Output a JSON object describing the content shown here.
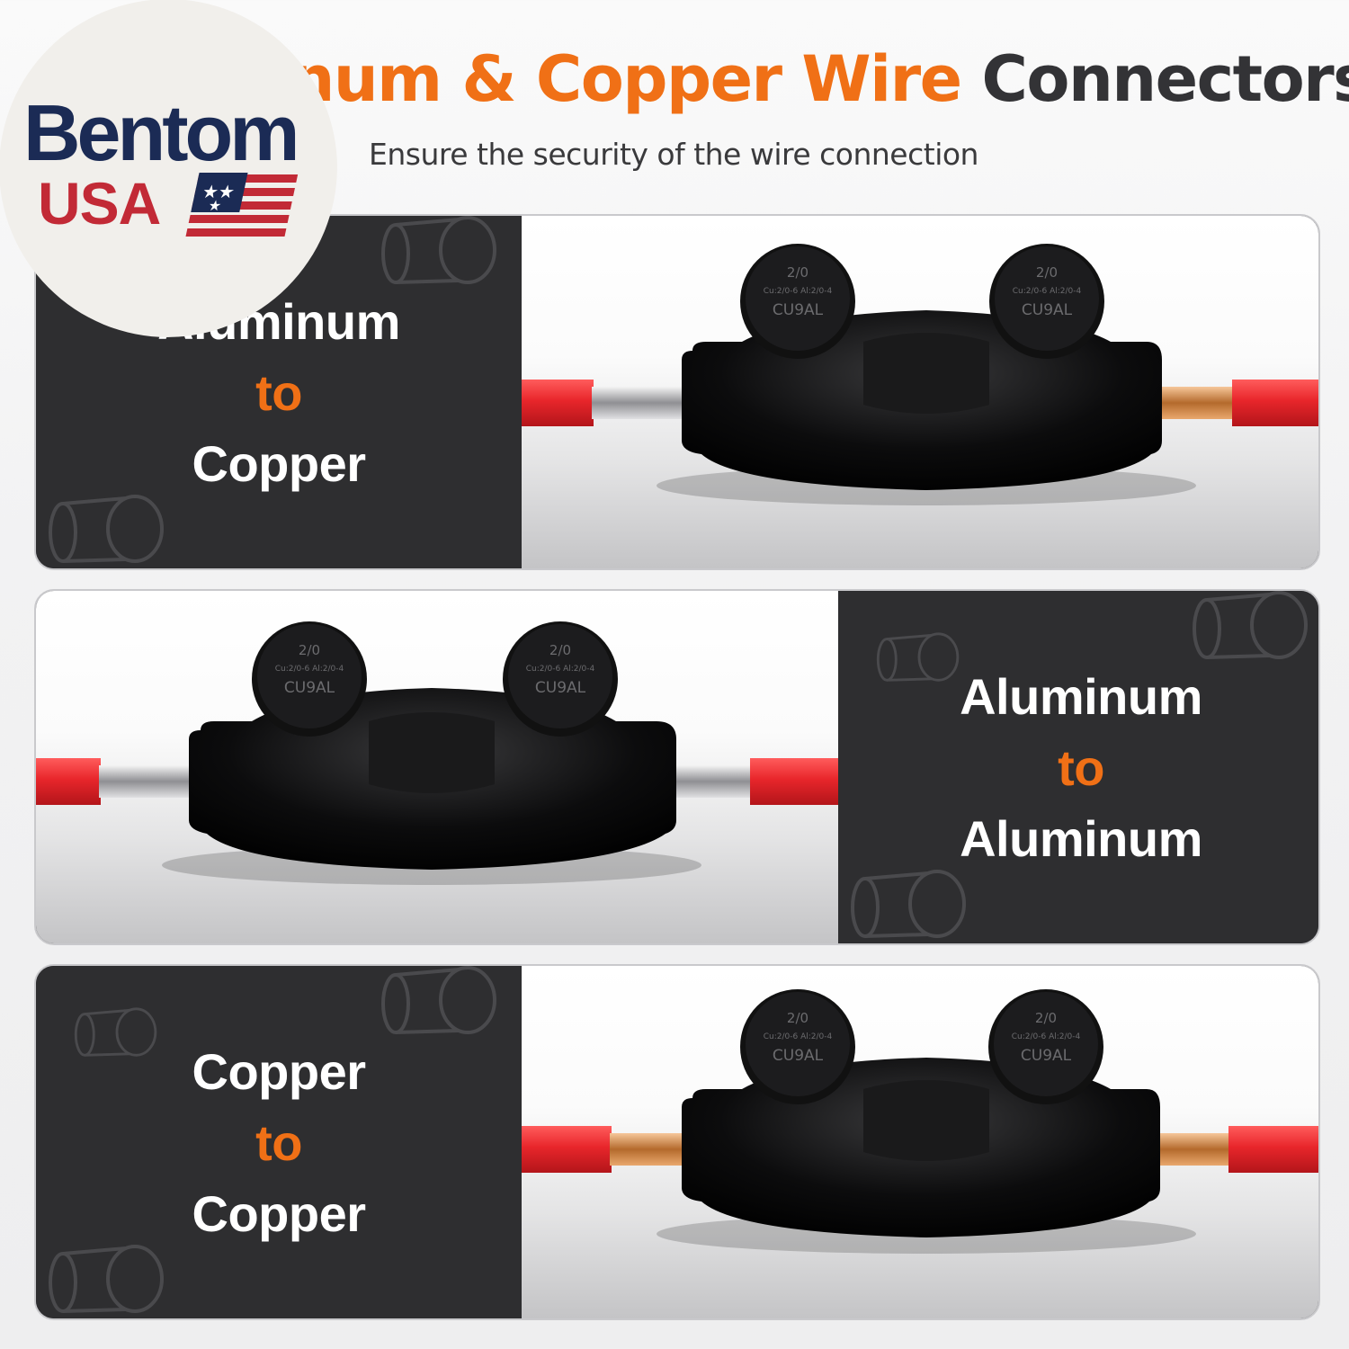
{
  "header": {
    "title_orange": "inum & Copper Wire",
    "title_dark": " Connectors",
    "subtitle": "Ensure the security of the wire connection"
  },
  "logo": {
    "brand": "Bentom",
    "country": "USA"
  },
  "panels": [
    {
      "label_top": "Aluminum",
      "label_mid": "to",
      "label_bottom": "Copper",
      "connector": {
        "size": "2/0",
        "rating": "Cu:2/0-6 Al:2/0-4",
        "marking": "CU9AL"
      },
      "left_wire": "aluminum",
      "right_wire": "copper"
    },
    {
      "label_top": "Aluminum",
      "label_mid": "to",
      "label_bottom": "Aluminum",
      "connector": {
        "size": "2/0",
        "rating": "Cu:2/0-6 Al:2/0-4",
        "marking": "CU9AL"
      },
      "left_wire": "aluminum",
      "right_wire": "aluminum"
    },
    {
      "label_top": "Copper",
      "label_mid": "to",
      "label_bottom": "Copper",
      "connector": {
        "size": "2/0",
        "rating": "Cu:2/0-6 Al:2/0-4",
        "marking": "CU9AL"
      },
      "left_wire": "copper",
      "right_wire": "copper"
    }
  ],
  "colors": {
    "accent_orange": "#f07016",
    "title_dark": "#333336",
    "panel_dark": "#2e2e30",
    "wire_red": "#e8262b",
    "brand_navy": "#1b2b55",
    "brand_red": "#c22a36"
  },
  "icons": [
    "wire-connector-outline-icon",
    "us-flag-icon"
  ]
}
